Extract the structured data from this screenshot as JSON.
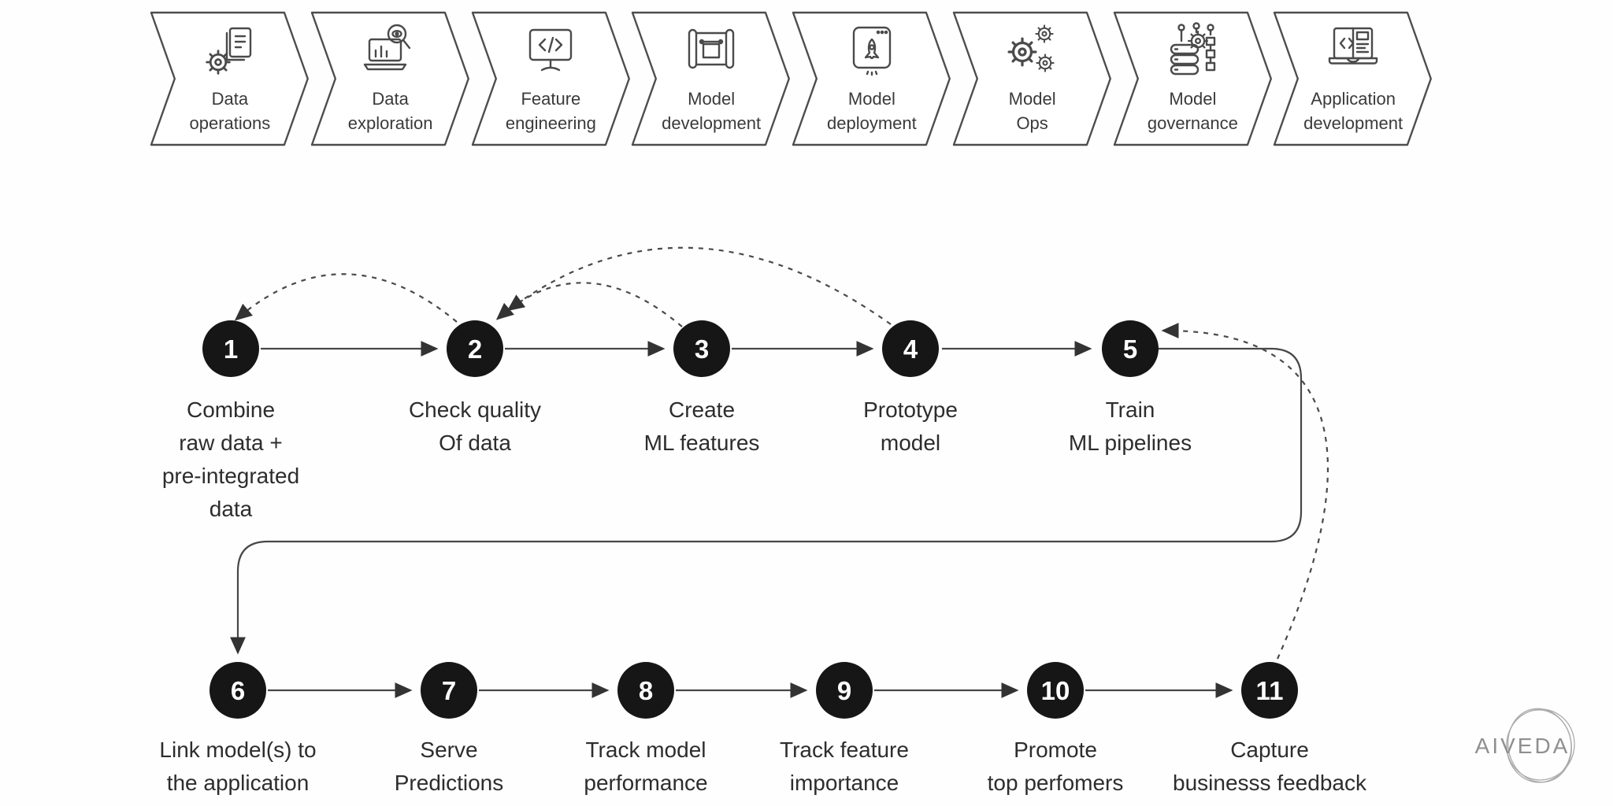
{
  "process_bar": {
    "items": [
      {
        "label": "Data\noperations",
        "icon": "gear-documents-icon"
      },
      {
        "label": "Data\nexploration",
        "icon": "laptop-magnifier-icon"
      },
      {
        "label": "Feature\nengineering",
        "icon": "code-monitor-icon"
      },
      {
        "label": "Model\ndevelopment",
        "icon": "blueprint-icon"
      },
      {
        "label": "Model\ndeployment",
        "icon": "rocket-window-icon"
      },
      {
        "label": "Model\nOps",
        "icon": "gears-icon"
      },
      {
        "label": "Model\ngovernance",
        "icon": "database-gear-icon"
      },
      {
        "label": "Application\ndevelopment",
        "icon": "laptop-code-icon"
      }
    ]
  },
  "flow": {
    "steps": [
      {
        "num": "1",
        "label": "Combine\nraw data +\npre-integrated\ndata"
      },
      {
        "num": "2",
        "label": "Check quality\nOf data"
      },
      {
        "num": "3",
        "label": "Create\nML features"
      },
      {
        "num": "4",
        "label": "Prototype\nmodel"
      },
      {
        "num": "5",
        "label": "Train\nML pipelines"
      },
      {
        "num": "6",
        "label": "Link model(s) to\nthe application"
      },
      {
        "num": "7",
        "label": "Serve\nPredictions"
      },
      {
        "num": "8",
        "label": "Track model\nperformance"
      },
      {
        "num": "9",
        "label": "Track feature\nimportance"
      },
      {
        "num": "10",
        "label": "Promote\ntop perfomers"
      },
      {
        "num": "11",
        "label": "Capture\nbusinesss feedback"
      }
    ],
    "feedback_edges": [
      "2-to-1",
      "3-to-2",
      "4-to-2",
      "11-to-5"
    ]
  },
  "logo": {
    "text": "AIVEDA"
  },
  "colors": {
    "node_fill": "#161616",
    "node_text": "#ffffff",
    "connector": "#474747",
    "chevron_stroke": "#4d4d4d",
    "label_text": "#2d2d2d",
    "logo_text": "#8f8f8f"
  }
}
